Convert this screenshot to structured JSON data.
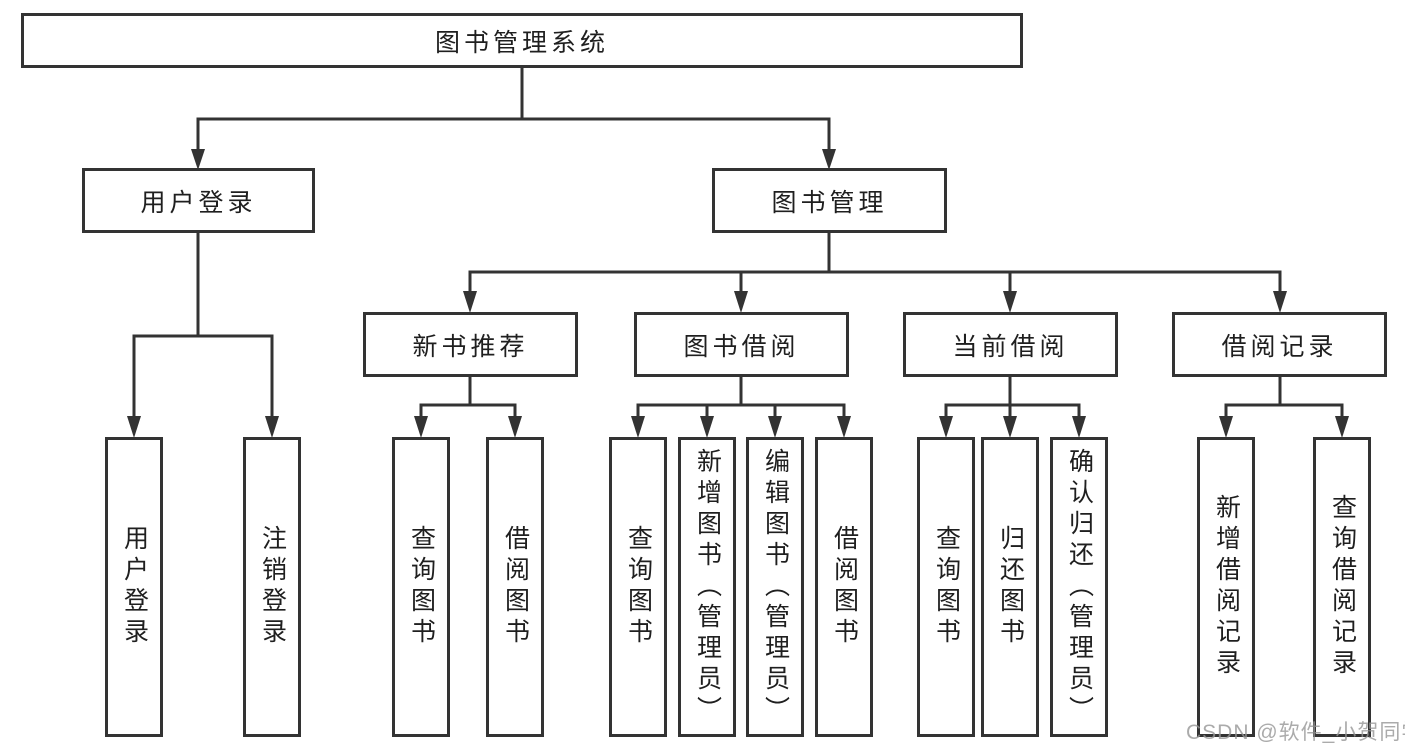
{
  "diagram": {
    "root": "图书管理系统",
    "level2": {
      "user_login": "用户登录",
      "book_management": "图书管理"
    },
    "level3": {
      "new_book": "新书推荐",
      "borrowing": "图书借阅",
      "current": "当前借阅",
      "records": "借阅记录"
    },
    "leaves": {
      "user_login": [
        "用户登录",
        "注销登录"
      ],
      "new_book": [
        "查询图书",
        "借阅图书"
      ],
      "borrowing": [
        "查询图书",
        "新增图书（管理员）",
        "编辑图书（管理员）",
        "借阅图书"
      ],
      "current": [
        "查询图书",
        "归还图书",
        "确认归还（管理员）"
      ],
      "records": [
        "新增借阅记录",
        "查询借阅记录"
      ]
    }
  },
  "watermark": "CSDN @软件_小贺同学",
  "colors": {
    "line": "#333333",
    "text": "#1f1f1f",
    "watermark": "#969696",
    "background": "#ffffff"
  }
}
